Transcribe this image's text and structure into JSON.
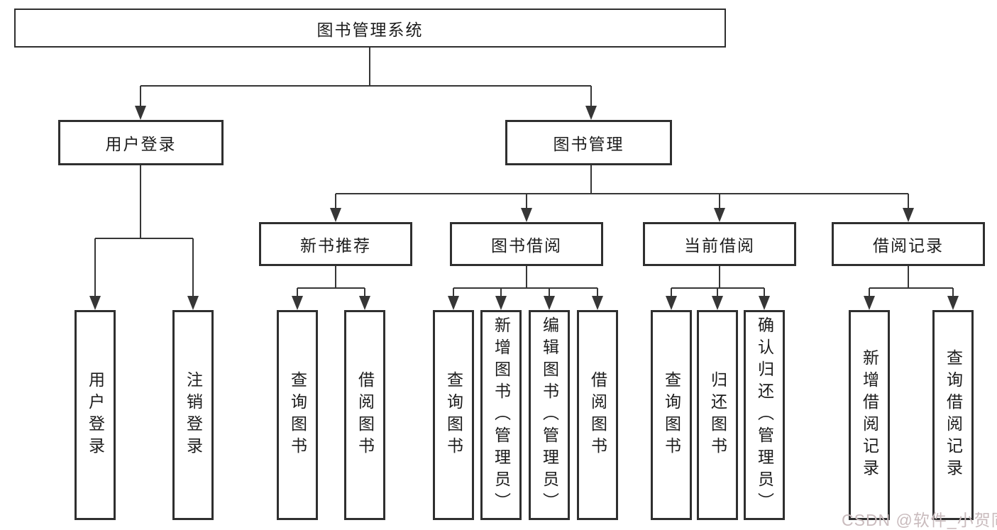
{
  "tree": {
    "root_label": "图书管理系统",
    "branches": [
      {
        "label": "用户登录",
        "leaves": [
          {
            "label": "用户登录"
          },
          {
            "label": "注销登录"
          }
        ]
      },
      {
        "label": "图书管理",
        "sections": [
          {
            "label": "新书推荐",
            "leaves": [
              {
                "label": "查询图书"
              },
              {
                "label": "借阅图书"
              }
            ]
          },
          {
            "label": "图书借阅",
            "leaves": [
              {
                "label": "查询图书"
              },
              {
                "label": "新增图书（管理员）"
              },
              {
                "label": "编辑图书（管理员）"
              },
              {
                "label": "借阅图书"
              }
            ]
          },
          {
            "label": "当前借阅",
            "leaves": [
              {
                "label": "查询图书"
              },
              {
                "label": "归还图书"
              },
              {
                "label": "确认归还（管理员）"
              }
            ]
          },
          {
            "label": "借阅记录",
            "leaves": [
              {
                "label": "新增借阅记录"
              },
              {
                "label": "查询借阅记录"
              }
            ]
          }
        ]
      }
    ]
  },
  "watermark": {
    "text": "CSDN @软件_小贺同学"
  },
  "colors": {
    "line": "#363636",
    "box_border": "#2f2f2f",
    "text": "#1c1c1c",
    "watermark": "#c9bbbd",
    "background": "#ffffff"
  }
}
